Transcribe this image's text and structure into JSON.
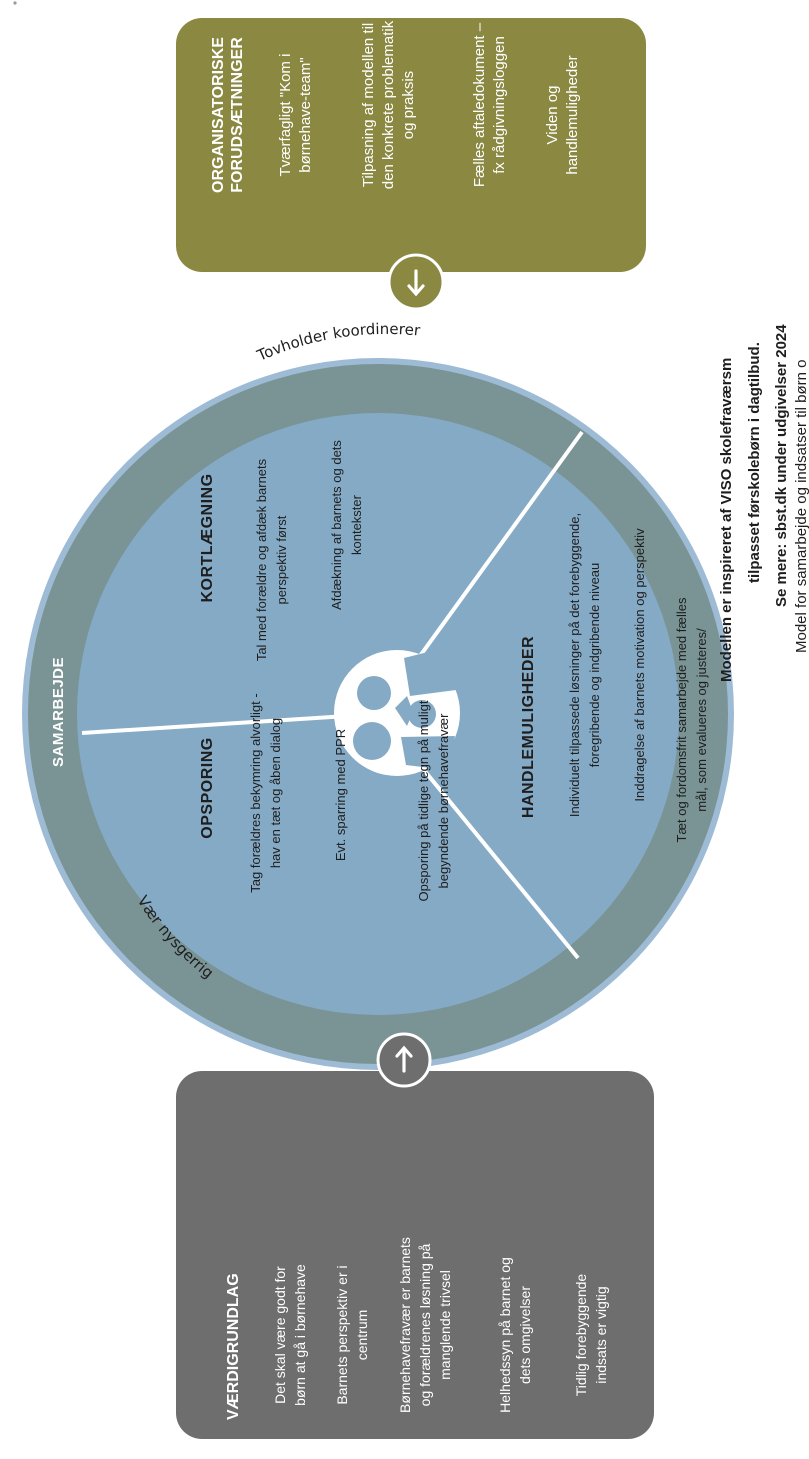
{
  "colors": {
    "olive": "#8a8841",
    "gray_box": "#6f6e6e",
    "ring": "#7a9395",
    "ring_edge": "#9dbbd4",
    "wedge": "#85aac5",
    "divider": "#ffffff",
    "center": "#ffffff",
    "center_icon": "#85aac5"
  },
  "organisatoriske": {
    "title": "ORGANISATORISKE FORUDSÆTNINGER",
    "items": [
      "Tværfagligt \"Kom i børnehave-team\"",
      "Tilpasning af modellen til den konkrete problematik og praksis",
      "Fælles aftaledokument – fx rådgivningsloggen",
      "Viden og handlemuligheder"
    ]
  },
  "vaerdigrundlag": {
    "title": "VÆRDIGRUNDLAG",
    "items": [
      "Det skal være godt for børn at gå i børnehave",
      "Barnets perspektiv er i centrum",
      "Børnehavefravær er barnets og forældrenes løsning på manglende trivsel",
      "Helhedssyn på barnet og dets omgivelser",
      "Tidlig forebyggende indsats er vigtig"
    ]
  },
  "ring": {
    "samarbejde": "SAMARBEJDE",
    "tovholder": "Tovholder koordinerer",
    "nysgerrig": "Vær nysgerrig"
  },
  "kortlaegning": {
    "title": "KORTLÆGNING",
    "items": [
      "Tal med forældre og afdæk barnets perspektiv først",
      "Afdækning af barnets og dets kontekster"
    ]
  },
  "opsporing": {
    "title": "OPSPORING",
    "items": [
      "Tag forældres bekymring alvorligt - hav en tæt og åben dialog",
      "Evt. sparring med PPR",
      "Opsporing på tidlige tegn på muligt begyndende børnehavefravær"
    ]
  },
  "handlemuligheder": {
    "title": "HANDLEMULIGHEDER",
    "items": [
      "Individuelt tilpassede løsninger på det forebyggende, foregribende og indgribende niveau",
      "Inddragelse af barnets motivation og perspektiv",
      "Tæt og fordomsfrit samarbejde med fælles mål, som evalueres og justeres/"
    ]
  },
  "footer": {
    "line1": "Modellen er inspireret af VISO skolefraværsm",
    "line2": "tilpasset førskolebørn i dagtilbud.",
    "line3": "Se mere: sbst.dk under udgivelser 2024",
    "line4": "Model for samarbejde og indsatser til børn o"
  },
  "icons": {
    "arrow_down": "arrow-down-icon",
    "arrow_up": "arrow-up-icon",
    "family": "family-icon"
  }
}
